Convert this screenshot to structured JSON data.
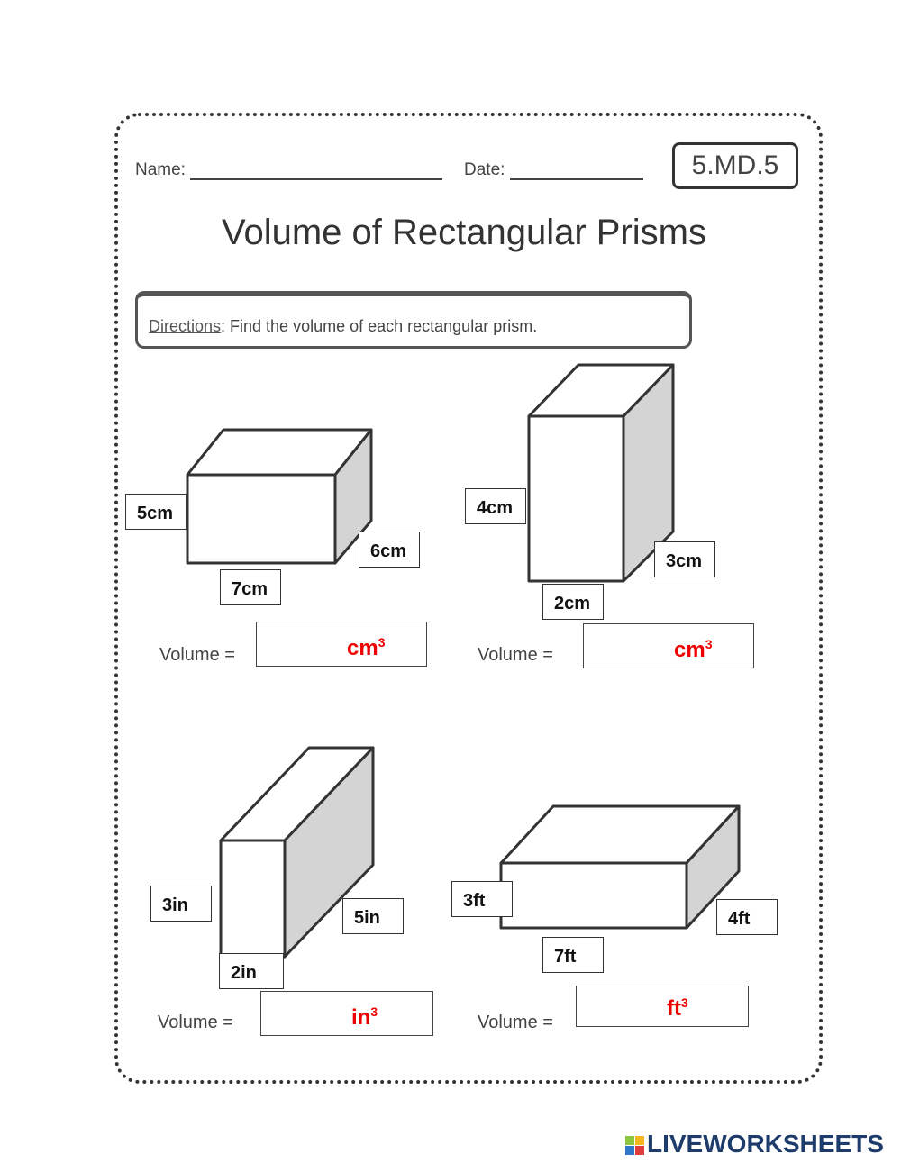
{
  "header": {
    "name_label": "Name:",
    "date_label": "Date:",
    "standard_code": "5.MD.5"
  },
  "title": "Volume of Rectangular Prisms",
  "directions": {
    "label": "Directions",
    "text": ": Find the volume of each rectangular prism."
  },
  "volume_label": "Volume =",
  "problems": [
    {
      "labels": [
        "5cm",
        "6cm",
        "7cm"
      ],
      "unit": "cm",
      "exp": "3"
    },
    {
      "labels": [
        "4cm",
        "3cm",
        "2cm"
      ],
      "unit": "cm",
      "exp": "3"
    },
    {
      "labels": [
        "3in",
        "5in",
        "2in"
      ],
      "unit": "in",
      "exp": "3"
    },
    {
      "labels": [
        "3ft",
        "4ft",
        "7ft"
      ],
      "unit": "ft",
      "exp": "3"
    }
  ],
  "answers": [
    "",
    "",
    "",
    ""
  ],
  "brand": {
    "text": "LIVEWORKSHEETS",
    "colors": [
      "#8dc63f",
      "#f7b51b",
      "#2e78c7",
      "#e23b3b"
    ]
  },
  "colors": {
    "unit_text": "#ee0000",
    "shaded_face": "#d4d4d4"
  }
}
